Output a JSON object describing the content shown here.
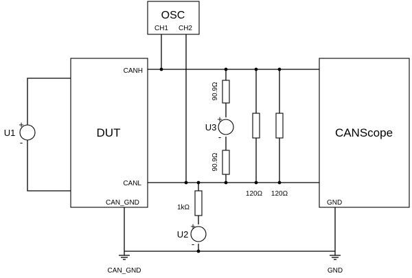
{
  "blocks": {
    "osc": {
      "title": "OSC",
      "ch1": "CH1",
      "ch2": "CH2"
    },
    "dut": {
      "title": "DUT",
      "canh": "CANH",
      "canl": "CANL",
      "can_gnd": "CAN_GND"
    },
    "canscope": {
      "title": "CANScope",
      "gnd": "GND"
    }
  },
  "sources": {
    "u1": {
      "label": "U1",
      "plus": "+",
      "minus": "-"
    },
    "u2": {
      "label": "U2",
      "plus": "+",
      "minus": "-"
    },
    "u3": {
      "label": "U3",
      "plus": "+",
      "minus": "-"
    }
  },
  "resistors": {
    "r_top": "90.9Ω",
    "r_bottom": "90.9Ω",
    "r_term1": "120Ω",
    "r_term2": "120Ω",
    "r_pull": "1kΩ"
  },
  "grounds": {
    "left": "CAN_GND",
    "right": "GND"
  }
}
